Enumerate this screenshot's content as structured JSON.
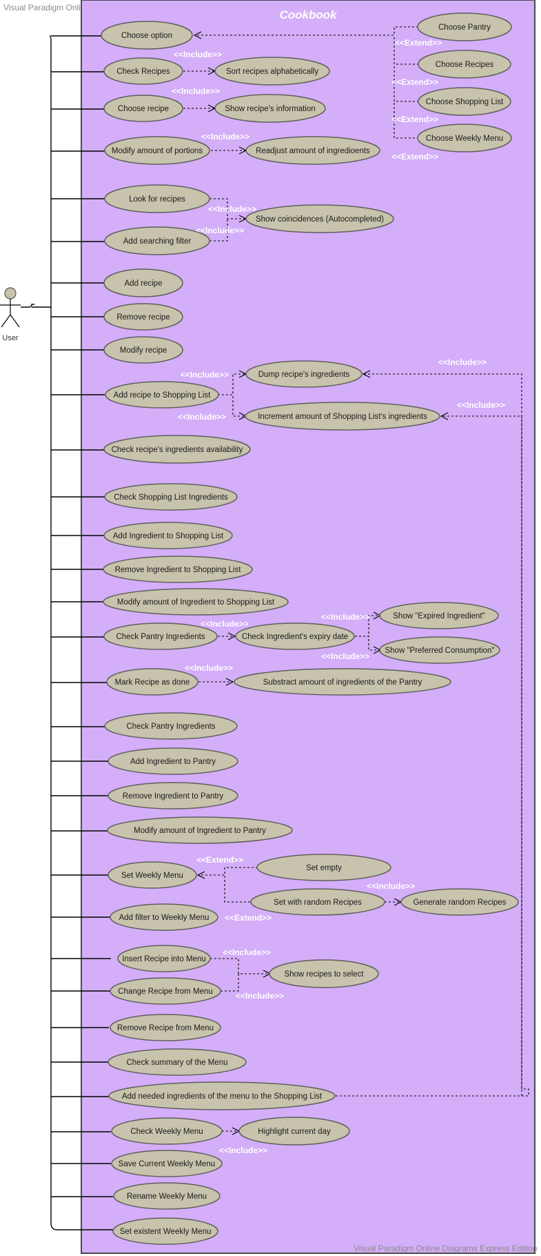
{
  "watermark_top": "Visual Paradigm Online Diagrams Express Edition",
  "watermark_bottom": "Visual Paradigm Online Diagrams Express Edition",
  "system_title": "Cookbook",
  "actor_label": "User",
  "colors": {
    "system_fill": "#d4aef8",
    "system_border": "#4a4a4a",
    "usecase_fill": "#c8c3ac",
    "usecase_border": "#5e5e5e",
    "stereotype_text": "#ffffff",
    "line": "#000000"
  },
  "stereotypes": {
    "include": "<<Include>>",
    "extend": "<<Extend>>"
  },
  "use_cases": {
    "choose_option": "Choose option",
    "choose_pantry": "Choose Pantry",
    "choose_recipes": "Choose Recipes",
    "choose_shopping_list": "Choose Shopping List",
    "choose_weekly_menu": "Choose Weekly Menu",
    "check_recipes": "Check Recipes",
    "sort_recipes": "Sort recipes alphabetically",
    "choose_recipe": "Choose recipe",
    "show_recipe_info": "Show recipe's information",
    "modify_portions": "Modify amount of portions",
    "readjust_ingredients": "Readjust amount of ingredioents",
    "look_for_recipes": "Look for recipes",
    "show_coincidences": "Show coincidences (Autocompleted)",
    "add_searching_filter": "Add searching filter",
    "add_recipe": "Add recipe",
    "remove_recipe": "Remove recipe",
    "modify_recipe": "Modify recipe",
    "dump_recipe_ingredients": "Dump recipe's ingredients",
    "add_recipe_to_list": "Add recipe to Shopping List",
    "increment_list_ingredients": "Increment amount of Shopping List's ingredients",
    "check_recipe_availability": "Check recipe's ingredients availability",
    "check_list_ingredients": "Check Shopping List Ingredients",
    "add_ingredient_list": "Add Ingredient to Shopping List",
    "remove_ingredient_list": "Remove Ingredient to Shopping List",
    "modify_ingredient_list": "Modify amount of Ingredient to Shopping List",
    "check_pantry_ingredients_1": "Check Pantry Ingredients",
    "check_expiry": "Check Ingredient's expiry date",
    "show_expired": "Show \"Expired Ingredient\"",
    "show_preferred": "Show \"Preferred Consumption\"",
    "mark_recipe_done": "Mark Recipe as done",
    "subtract_pantry": "Substract amount of ingredients of the  Pantry",
    "check_pantry_ingredients_2": "Check Pantry Ingredients",
    "add_ingredient_pantry": "Add Ingredient to Pantry",
    "remove_ingredient_pantry": "Remove Ingredient to Pantry",
    "modify_ingredient_pantry": "Modify amount of Ingredient to Pantry",
    "set_weekly_menu": "Set Weekly Menu",
    "set_empty": "Set empty",
    "set_random": "Set with random Recipes",
    "generate_random": "Generate random Recipes",
    "add_filter_menu": "Add filter to Weekly Menu",
    "insert_recipe_menu": "Insert Recipe into Menu",
    "show_recipes_select": "Show recipes to select",
    "change_recipe_menu": "Change Recipe from Menu",
    "remove_recipe_menu": "Remove Recipe from Menu",
    "check_summary_menu": "Check summary of the Menu",
    "add_needed_ingredients": "Add needed ingredients of the menu to the Shopping List",
    "check_weekly_menu": "Check Weekly Menu",
    "highlight_day": "Highlight current day",
    "save_weekly_menu": "Save Current Weekly Menu",
    "rename_weekly_menu": "Rename Weekly Menu",
    "set_existent_menu": "Set existent Weekly Menu"
  }
}
